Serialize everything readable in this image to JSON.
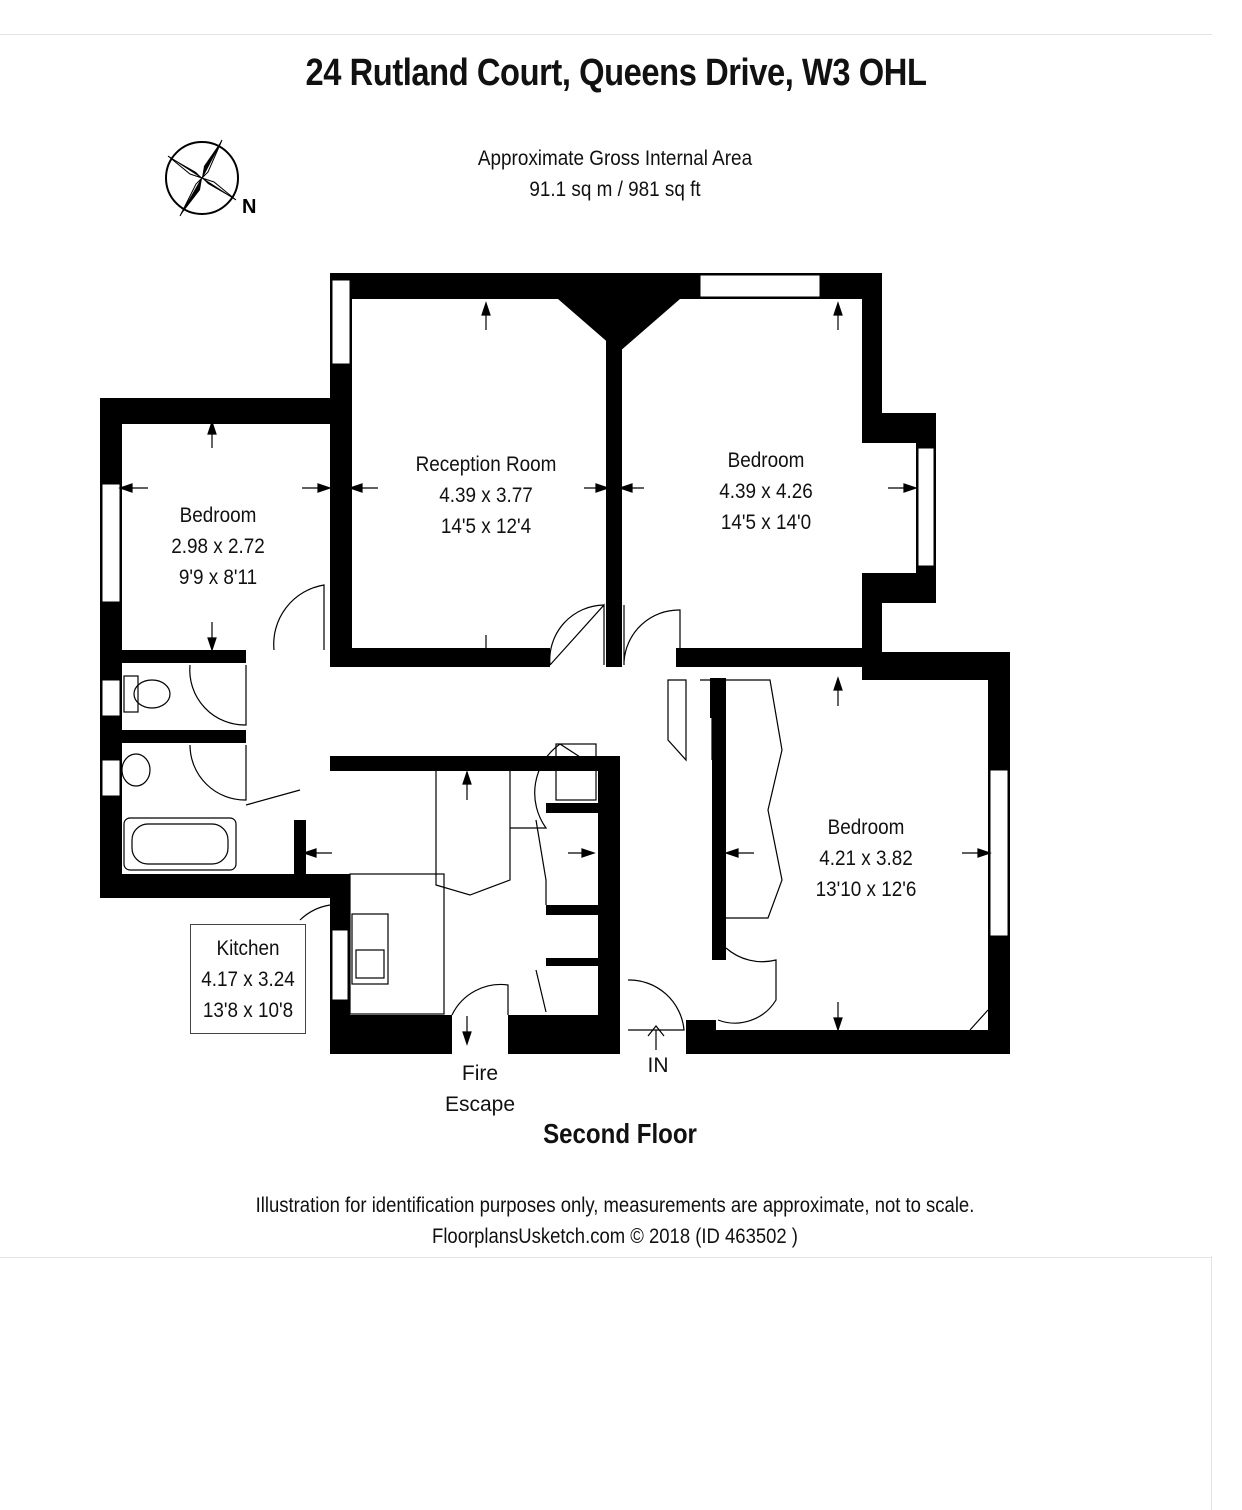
{
  "title": "24 Rutland Court, Queens Drive, W3 OHL",
  "area": {
    "label": "Approximate Gross Internal Area",
    "value": "91.1 sq m / 981 sq ft"
  },
  "compass_label": "N",
  "rooms": {
    "bedroom_small": {
      "name": "Bedroom",
      "metric": "2.98 x 2.72",
      "imperial": "9'9 x 8'11"
    },
    "reception": {
      "name": "Reception Room",
      "metric": "4.39 x 3.77",
      "imperial": "14'5 x 12'4"
    },
    "bedroom_right": {
      "name": "Bedroom",
      "metric": "4.39 x 4.26",
      "imperial": "14'5 x 14'0"
    },
    "bedroom_large": {
      "name": "Bedroom",
      "metric": "4.21 x 3.82",
      "imperial": "13'10 x 12'6"
    },
    "kitchen": {
      "name": "Kitchen",
      "metric": "4.17 x 3.24",
      "imperial": "13'8 x 10'8"
    }
  },
  "labels": {
    "fire_line1": "Fire",
    "fire_line2": "Escape",
    "entrance": "IN"
  },
  "floor": "Second Floor",
  "disclaimer": {
    "line1": "Illustration for identification purposes only, measurements are approximate, not to scale.",
    "line2": "FloorplansUsketch.com © 2018 (ID 463502 )"
  },
  "colors": {
    "wall": "#000000",
    "background": "#ffffff"
  }
}
